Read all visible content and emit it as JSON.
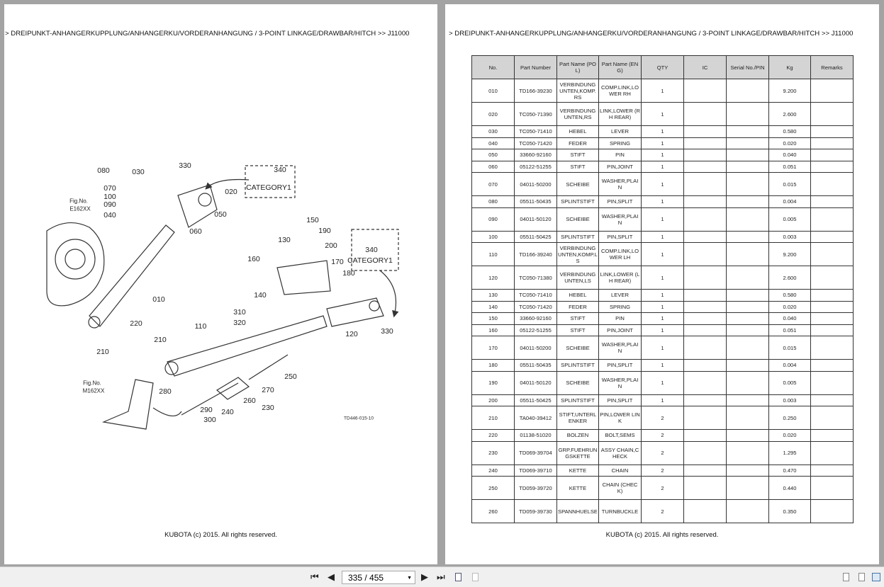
{
  "breadcrumb": "> DREIPUNKT-ANHANGERKUPPLUNG/ANHANGERKU/VORDERANHANGUNG / 3-POINT LINKAGE/DRAWBAR/HITCH >> J11000",
  "footer": "KUBOTA (c) 2015. All rights reserved.",
  "diagram": {
    "labels": [
      "080",
      "030",
      "330",
      "340",
      "CATEGORY1",
      "020",
      "070",
      "100",
      "090",
      "Fig.No.",
      "E162XX",
      "040",
      "050",
      "060",
      "150",
      "190",
      "130",
      "200",
      "340",
      "160",
      "170",
      "CATEGORY1",
      "180",
      "140",
      "010",
      "310",
      "320",
      "220",
      "110",
      "120",
      "330",
      "210",
      "210",
      "250",
      "Fig.No.",
      "M162XX",
      "280",
      "270",
      "260",
      "230",
      "290",
      "240",
      "300",
      "TD446-015-10"
    ]
  },
  "table": {
    "headers": [
      "No.",
      "Part Number",
      "Part Name (POL)",
      "Part Name (ENG)",
      "QTY",
      "IC",
      "Serial No./PIN",
      "Kg",
      "Remarks"
    ],
    "rows": [
      [
        "010",
        "TD166-39230",
        "VERBINDUNGUNTEN,KOMP.RS",
        "COMP.LINK,LOWER RH",
        "1",
        "",
        "",
        "9.200",
        ""
      ],
      [
        "020",
        "TC050-71390",
        "VERBINDUNGUNTEN,RS",
        "LINK,LOWER (RH REAR)",
        "1",
        "",
        "",
        "2.600",
        ""
      ],
      [
        "030",
        "TC050-71410",
        "HEBEL",
        "LEVER",
        "1",
        "",
        "",
        "0.580",
        ""
      ],
      [
        "040",
        "TC050-71420",
        "FEDER",
        "SPRING",
        "1",
        "",
        "",
        "0.020",
        ""
      ],
      [
        "050",
        "33660-92160",
        "STIFT",
        "PIN",
        "1",
        "",
        "",
        "0.040",
        ""
      ],
      [
        "060",
        "05122-51255",
        "STIFT",
        "PIN,JOINT",
        "1",
        "",
        "",
        "0.051",
        ""
      ],
      [
        "070",
        "04011-50200",
        "SCHEIBE",
        "WASHER,PLAIN",
        "1",
        "",
        "",
        "0.015",
        ""
      ],
      [
        "080",
        "05511-50435",
        "SPLINTSTIFT",
        "PIN,SPLIT",
        "1",
        "",
        "",
        "0.004",
        ""
      ],
      [
        "090",
        "04011-50120",
        "SCHEIBE",
        "WASHER,PLAIN",
        "1",
        "",
        "",
        "0.005",
        ""
      ],
      [
        "100",
        "05511-50425",
        "SPLINTSTIFT",
        "PIN,SPLIT",
        "1",
        "",
        "",
        "0.003",
        ""
      ],
      [
        "110",
        "TD166-39240",
        "VERBINDUNGUNTEN,KOMP.LS",
        "COMP.LINK,LOWER LH",
        "1",
        "",
        "",
        "9.200",
        ""
      ],
      [
        "120",
        "TC050-71380",
        "VERBINDUNGUNTEN,LS",
        "LINK,LOWER (LH REAR)",
        "1",
        "",
        "",
        "2.600",
        ""
      ],
      [
        "130",
        "TC050-71410",
        "HEBEL",
        "LEVER",
        "1",
        "",
        "",
        "0.580",
        ""
      ],
      [
        "140",
        "TC050-71420",
        "FEDER",
        "SPRING",
        "1",
        "",
        "",
        "0.020",
        ""
      ],
      [
        "150",
        "33660-92160",
        "STIFT",
        "PIN",
        "1",
        "",
        "",
        "0.040",
        ""
      ],
      [
        "160",
        "05122-51255",
        "STIFT",
        "PIN,JOINT",
        "1",
        "",
        "",
        "0.051",
        ""
      ],
      [
        "170",
        "04011-50200",
        "SCHEIBE",
        "WASHER,PLAIN",
        "1",
        "",
        "",
        "0.015",
        ""
      ],
      [
        "180",
        "05511-50435",
        "SPLINTSTIFT",
        "PIN,SPLIT",
        "1",
        "",
        "",
        "0.004",
        ""
      ],
      [
        "190",
        "04011-50120",
        "SCHEIBE",
        "WASHER,PLAIN",
        "1",
        "",
        "",
        "0.005",
        ""
      ],
      [
        "200",
        "05511-50425",
        "SPLINTSTIFT",
        "PIN,SPLIT",
        "1",
        "",
        "",
        "0.003",
        ""
      ],
      [
        "210",
        "TA040-39412",
        "STIFT,UNTERLENKER",
        "PIN,LOWER LINK",
        "2",
        "",
        "",
        "0.250",
        ""
      ],
      [
        "220",
        "01138-51020",
        "BOLZEN",
        "BOLT,SEMS",
        "2",
        "",
        "",
        "0.020",
        ""
      ],
      [
        "230",
        "TD069-39704",
        "GRP.FUEHRUNGSKETTE",
        "ASSY CHAIN,CHECK",
        "2",
        "",
        "",
        "1.295",
        ""
      ],
      [
        "240",
        "TD069-39710",
        "KETTE",
        "CHAIN",
        "2",
        "",
        "",
        "0.470",
        ""
      ],
      [
        "250",
        "TD059-39720",
        "KETTE",
        "CHAIN (CHECK)",
        "2",
        "",
        "",
        "0.440",
        ""
      ],
      [
        "260",
        "TD059-39730",
        "SPANNHUELSE",
        "TURNBUCKLE",
        "2",
        "",
        "",
        "0.350",
        ""
      ]
    ]
  },
  "toolbar": {
    "page_indicator": "335 / 455",
    "first_icon": "first-page-icon",
    "prev_icon": "prev-page-icon",
    "next_icon": "next-page-icon",
    "last_icon": "last-page-icon"
  }
}
